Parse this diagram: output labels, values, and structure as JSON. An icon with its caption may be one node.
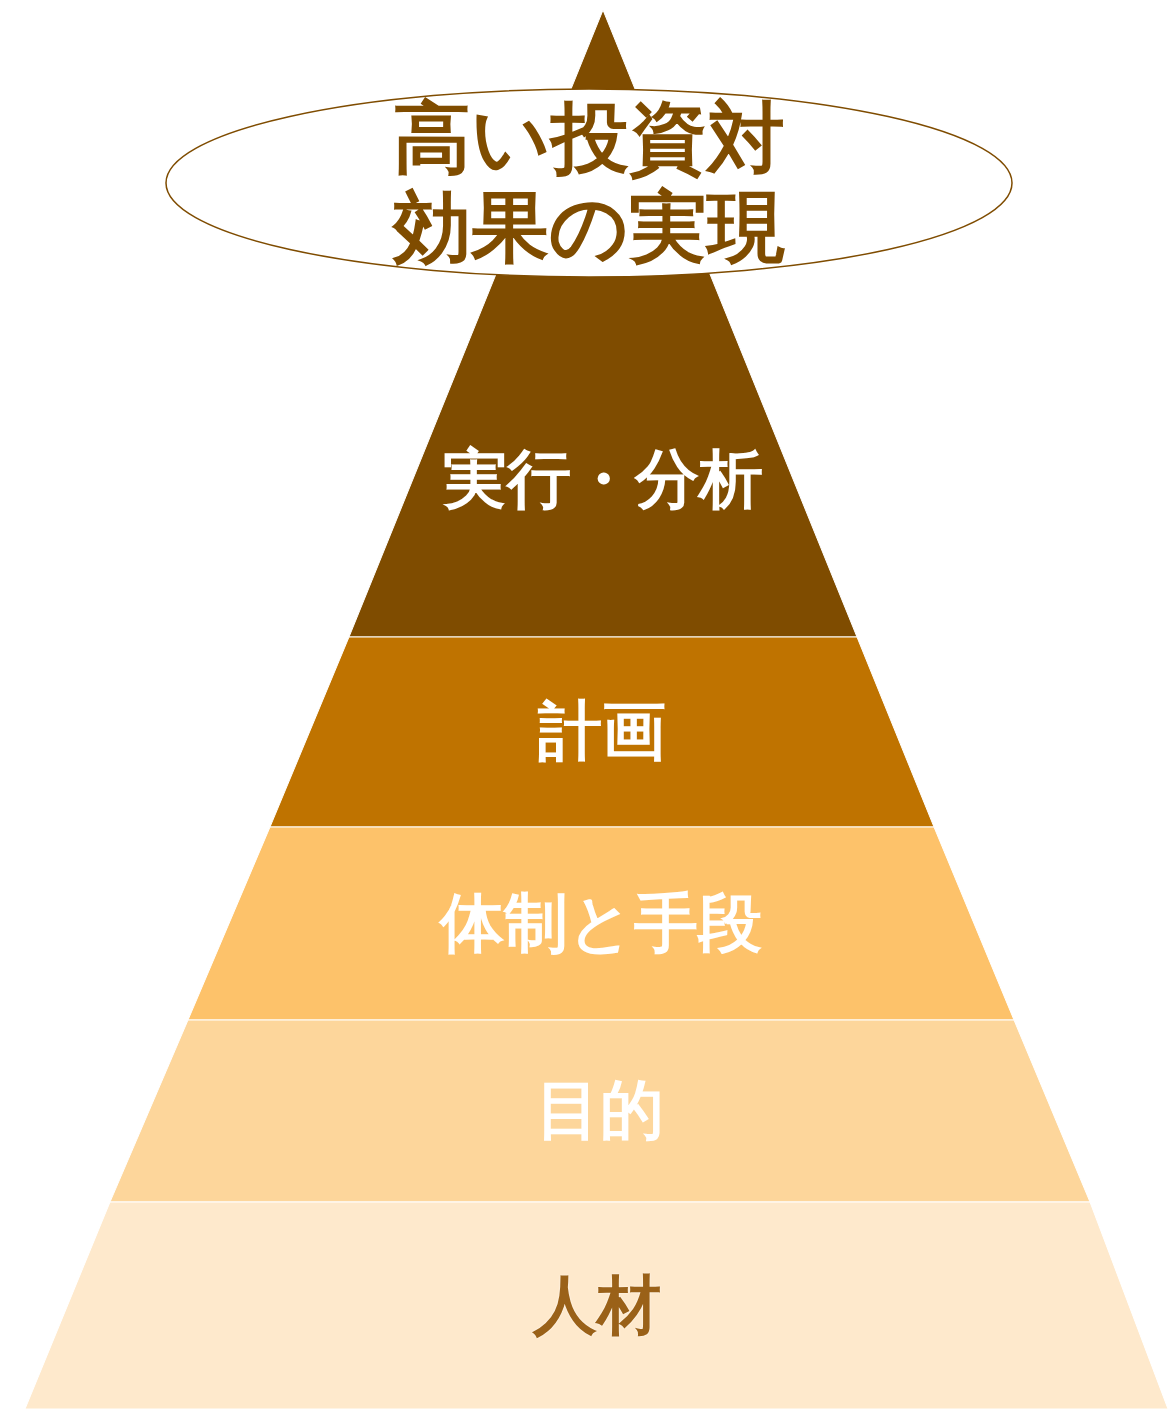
{
  "diagram": {
    "nodes": [
      {
        "text": [
          "高い投資対効果の実現"
        ]
      },
      {
        "text": [
          "実行・分析"
        ]
      },
      {
        "text": [
          "計画"
        ]
      },
      {
        "text": [
          "体制と手段"
        ]
      },
      {
        "text": [
          "目的"
        ]
      },
      {
        "text": [
          "人材"
        ]
      }
    ]
  }
}
